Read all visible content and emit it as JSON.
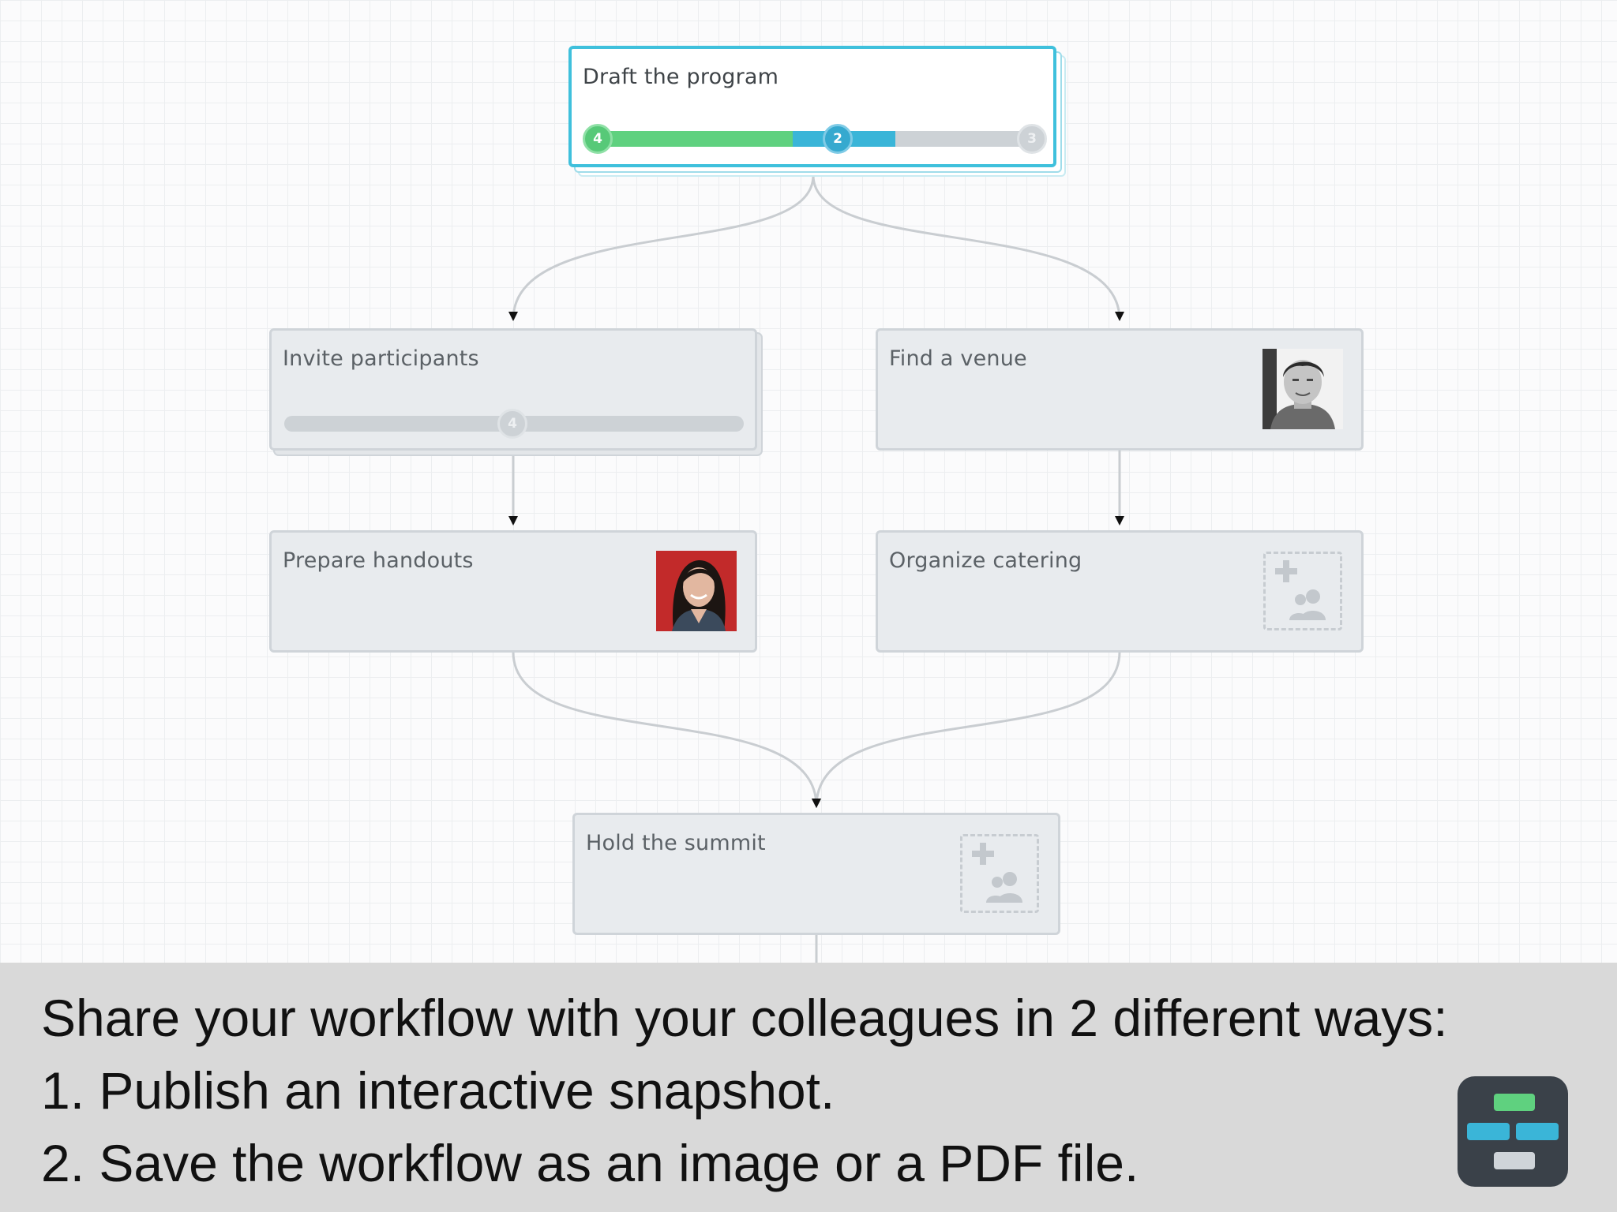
{
  "workflow": {
    "tasks": [
      {
        "id": "draft",
        "title": "Draft the program",
        "progress": {
          "completed": 4,
          "in_progress": 2,
          "remaining": 3
        }
      },
      {
        "id": "invite",
        "title": "Invite participants",
        "progress": {
          "completed": 0,
          "in_progress": 0,
          "remaining": 4
        }
      },
      {
        "id": "venue",
        "title": "Find a venue",
        "assignee": "man-photo"
      },
      {
        "id": "handouts",
        "title": "Prepare handouts",
        "assignee": "woman-photo"
      },
      {
        "id": "catering",
        "title": "Organize catering",
        "assignee": "add-assignee-icon"
      },
      {
        "id": "summit",
        "title": "Hold the summit",
        "assignee": "add-assignee-icon"
      }
    ]
  },
  "caption": {
    "line1": "Share your workflow with your colleagues in 2 different ways:",
    "line2": "1. Publish an interactive snapshot.",
    "line3": "2. Save the workflow as an image or a PDF file."
  },
  "colors": {
    "selected_border": "#3fc0dc",
    "progress_green": "#5fd17f",
    "progress_blue": "#3ab5d8",
    "progress_gray": "#cdd2d6",
    "caption_bg": "#d9d9d9"
  }
}
